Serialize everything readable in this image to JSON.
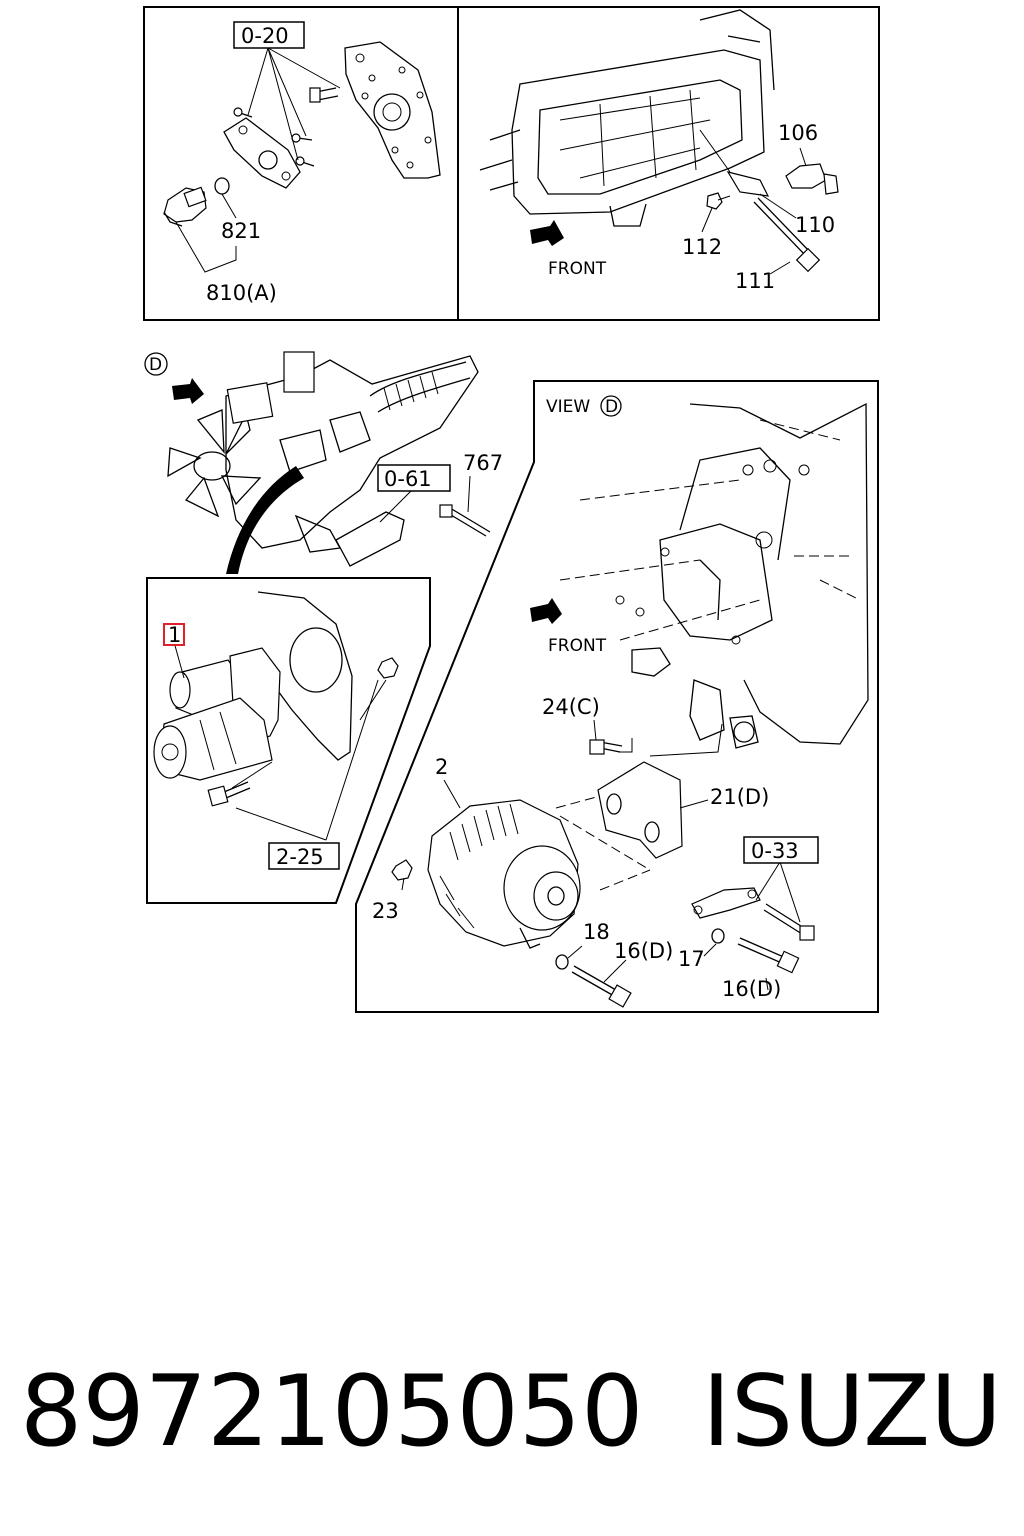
{
  "callouts": {
    "panel_tl": {
      "ref_o20": "0-20",
      "p821": "821",
      "p810a": "810(A)"
    },
    "panel_tr": {
      "p106": "106",
      "p110": "110",
      "p112": "112",
      "p111": "111",
      "front": "FRONT"
    },
    "engine": {
      "view_marker": "D",
      "ref_o61": "0-61",
      "p767": "767"
    },
    "starter_panel": {
      "p1": "1",
      "ref_225": "2-25"
    },
    "view_d_panel": {
      "title": "VIEW",
      "marker": "D",
      "front": "FRONT",
      "p24c": "24(C)",
      "p2": "2",
      "p21d": "21(D)",
      "ref_o33": "0-33",
      "p23": "23",
      "p18": "18",
      "p16d_a": "16(D)",
      "p17": "17",
      "p16d_b": "16(D)"
    }
  },
  "footer": {
    "part_number": "8972105050",
    "brand": "ISUZU"
  },
  "colors": {
    "highlight": "#e0202a",
    "ink": "#000000",
    "background": "#ffffff"
  }
}
